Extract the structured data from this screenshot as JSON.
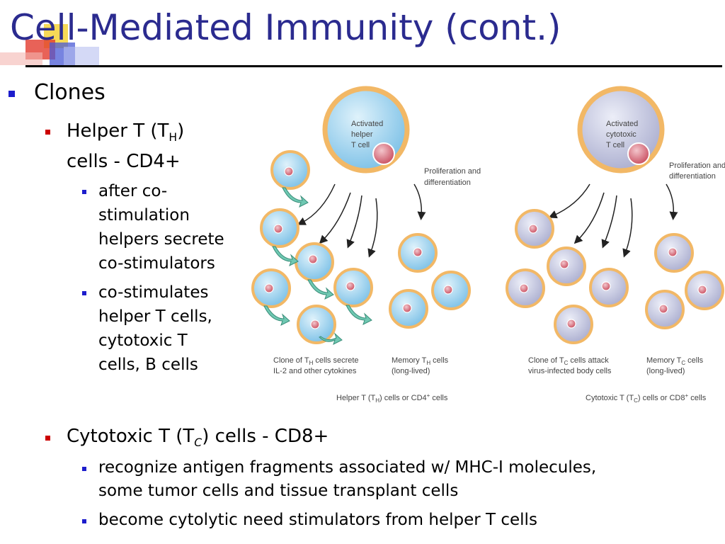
{
  "slide": {
    "title": "Cell-Mediated Immunity (cont.)",
    "bullet_1": {
      "text": "Clones"
    },
    "bullet_1_1": {
      "line1_a": "Helper T (T",
      "line1_sub": "H",
      "line1_b": ")",
      "line2": "cells - CD4+"
    },
    "bullet_1_1_1": [
      "after co-",
      "stimulation",
      "helpers secrete",
      "co-stimulators"
    ],
    "bullet_1_1_2": [
      "co-stimulates",
      "helper T cells,",
      "cytotoxic T",
      "cells, B cells"
    ],
    "bullet_1_2": {
      "a": "Cytotoxic T (T",
      "sub": "C",
      "b": ") cells - CD8+"
    },
    "bullet_1_2_1": [
      "recognize antigen fragments associated w/ MHC-I molecules,",
      "some tumor cells and tissue transplant cells"
    ],
    "bullet_1_2_2": "become cytolytic need stimulators from helper T cells"
  },
  "diagram": {
    "helper": {
      "activated": [
        "Activated",
        "helper",
        "T cell"
      ],
      "proliferation": [
        "Proliferation and",
        "differentiation"
      ],
      "clone_label": {
        "l1a": "Clone of T",
        "l1sub": "H",
        "l1b": " cells secrete",
        "l2": "IL-2 and other cytokines"
      },
      "memory_label": {
        "l1a": "Memory T",
        "l1sub": "H",
        "l1b": " cells",
        "l2": "(long-lived)"
      },
      "caption": {
        "a": "Helper T (T",
        "sub": "H",
        "b": ") cells or CD4",
        "sup": "+",
        "c": " cells"
      }
    },
    "cytotoxic": {
      "activated": [
        "Activated",
        "cytotoxic",
        "T cell"
      ],
      "proliferation": [
        "Proliferation and",
        "differentiation"
      ],
      "clone_label": {
        "l1a": "Clone of T",
        "l1sub": "C",
        "l1b": " cells attack",
        "l2": "virus-infected body cells"
      },
      "memory_label": {
        "l1a": "Memory T",
        "l1sub": "C",
        "l1b": " cells",
        "l2": "(long-lived)"
      },
      "caption": {
        "a": "Cytotoxic T (T",
        "sub": "C",
        "b": ") cells or CD8",
        "sup": "+",
        "c": " cells"
      }
    }
  },
  "colors": {
    "title": "#2b2b8f",
    "bullet_primary": "#1d1dcc",
    "bullet_secondary": "#cc0000",
    "helper_cell_fill": "#8ec9ea",
    "cytotoxic_cell_fill": "#b7b9d6",
    "cell_rim": "#f2b866",
    "nucleus": "#c84a5c",
    "cytokine_arrow": "#6fc8b2"
  }
}
